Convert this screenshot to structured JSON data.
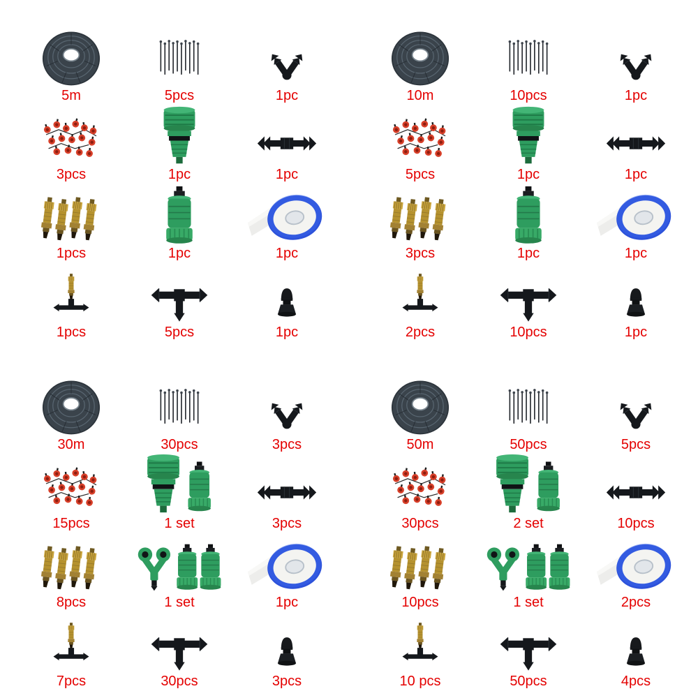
{
  "label_color": "#e40000",
  "kits": [
    {
      "name": "kit-5m",
      "items": [
        {
          "icon": "hose-coil",
          "qty": "5m"
        },
        {
          "icon": "drip-stakes",
          "qty": "5pcs"
        },
        {
          "icon": "elbow-connector",
          "qty": "1pc"
        },
        {
          "icon": "dripper-emitters",
          "qty": "3pcs"
        },
        {
          "icon": "faucet-adapter",
          "qty": "1pc"
        },
        {
          "icon": "barb-straight-connector",
          "qty": "1pc"
        },
        {
          "icon": "brass-misting-nozzles",
          "qty": "1pcs"
        },
        {
          "icon": "hose-quick-connector",
          "qty": "1pc"
        },
        {
          "icon": "teflon-tape",
          "qty": "1pc"
        },
        {
          "icon": "misting-nozzle-tee",
          "qty": "1pcs"
        },
        {
          "icon": "barb-tee-connector",
          "qty": "5pcs"
        },
        {
          "icon": "end-plug",
          "qty": "1pc"
        }
      ]
    },
    {
      "name": "kit-10m",
      "items": [
        {
          "icon": "hose-coil",
          "qty": "10m"
        },
        {
          "icon": "drip-stakes",
          "qty": "10pcs"
        },
        {
          "icon": "elbow-connector",
          "qty": "1pc"
        },
        {
          "icon": "dripper-emitters",
          "qty": "5pcs"
        },
        {
          "icon": "faucet-adapter",
          "qty": "1pc"
        },
        {
          "icon": "barb-straight-connector",
          "qty": "1pc"
        },
        {
          "icon": "brass-misting-nozzles",
          "qty": "3pcs"
        },
        {
          "icon": "hose-quick-connector",
          "qty": "1pc"
        },
        {
          "icon": "teflon-tape",
          "qty": "1pc"
        },
        {
          "icon": "misting-nozzle-tee",
          "qty": "2pcs"
        },
        {
          "icon": "barb-tee-connector",
          "qty": "10pcs"
        },
        {
          "icon": "end-plug",
          "qty": "1pc"
        }
      ]
    },
    {
      "name": "kit-30m",
      "items": [
        {
          "icon": "hose-coil",
          "qty": "30m"
        },
        {
          "icon": "drip-stakes",
          "qty": "30pcs"
        },
        {
          "icon": "elbow-connector",
          "qty": "3pcs"
        },
        {
          "icon": "dripper-emitters",
          "qty": "15pcs"
        },
        {
          "icon": "faucet-adapter-set",
          "qty": "1 set"
        },
        {
          "icon": "barb-straight-connector",
          "qty": "3pcs"
        },
        {
          "icon": "brass-misting-nozzles",
          "qty": "8pcs"
        },
        {
          "icon": "y-connector-set",
          "qty": "1 set"
        },
        {
          "icon": "teflon-tape",
          "qty": "1pc"
        },
        {
          "icon": "misting-nozzle-tee",
          "qty": "7pcs"
        },
        {
          "icon": "barb-tee-connector",
          "qty": "30pcs"
        },
        {
          "icon": "end-plug",
          "qty": "3pcs"
        }
      ]
    },
    {
      "name": "kit-50m",
      "items": [
        {
          "icon": "hose-coil",
          "qty": "50m"
        },
        {
          "icon": "drip-stakes",
          "qty": "50pcs"
        },
        {
          "icon": "elbow-connector",
          "qty": "5pcs"
        },
        {
          "icon": "dripper-emitters",
          "qty": "30pcs"
        },
        {
          "icon": "faucet-adapter-set",
          "qty": "2 set"
        },
        {
          "icon": "barb-straight-connector",
          "qty": "10pcs"
        },
        {
          "icon": "brass-misting-nozzles",
          "qty": "10pcs"
        },
        {
          "icon": "y-connector-set",
          "qty": "1 set"
        },
        {
          "icon": "teflon-tape",
          "qty": "2pcs"
        },
        {
          "icon": "misting-nozzle-tee",
          "qty": "10 pcs"
        },
        {
          "icon": "barb-tee-connector",
          "qty": "50pcs"
        },
        {
          "icon": "end-plug",
          "qty": "4pcs"
        }
      ]
    }
  ]
}
